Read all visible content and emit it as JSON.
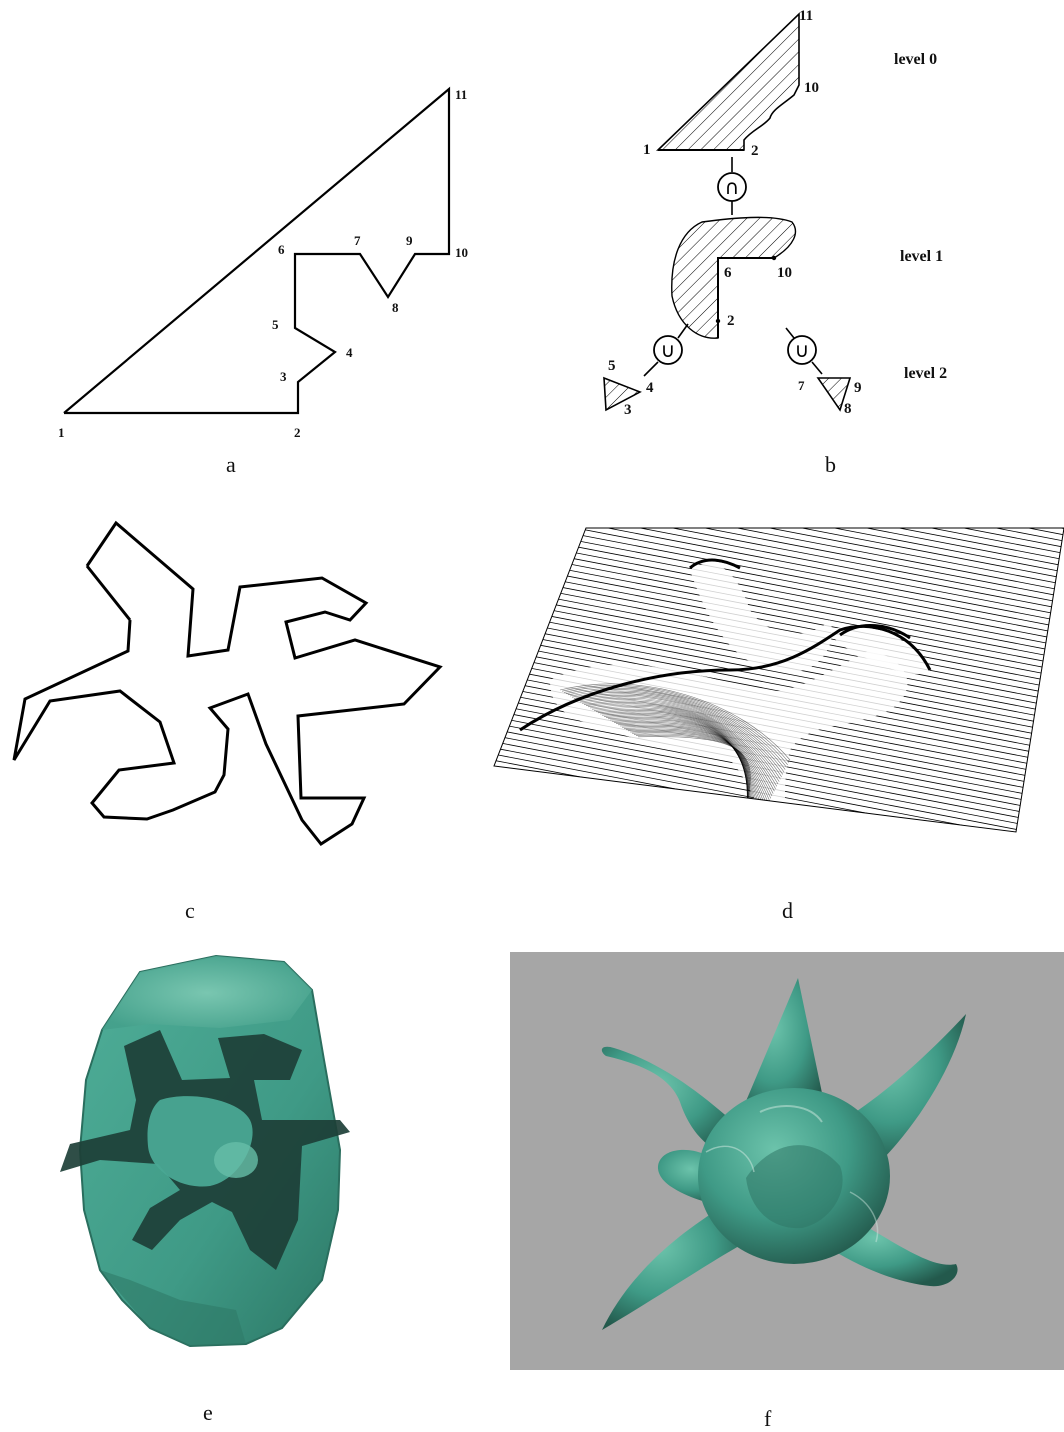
{
  "panel_a": {
    "caption": "a",
    "vertex_labels": [
      "1",
      "2",
      "3",
      "4",
      "5",
      "6",
      "7",
      "8",
      "9",
      "10",
      "11"
    ]
  },
  "panel_b": {
    "caption": "b",
    "levels": [
      "level 0",
      "level 1",
      "level 2"
    ],
    "operators": {
      "intersection": "∩",
      "union": "∪"
    },
    "level0_labels": [
      "11",
      "10",
      "1",
      "2"
    ],
    "level1_labels": [
      "6",
      "10",
      "2"
    ],
    "level2_left_labels": [
      "5",
      "4",
      "3"
    ],
    "level2_right_labels": [
      "7",
      "9",
      "8"
    ]
  },
  "panel_c": {
    "caption": "c"
  },
  "panel_d": {
    "caption": "d"
  },
  "panel_e": {
    "caption": "e"
  },
  "panel_f": {
    "caption": "f"
  },
  "colors": {
    "teal": "#3f9a86",
    "teal_dark": "#1f4e44",
    "gray_bg": "#a6a6a6"
  }
}
